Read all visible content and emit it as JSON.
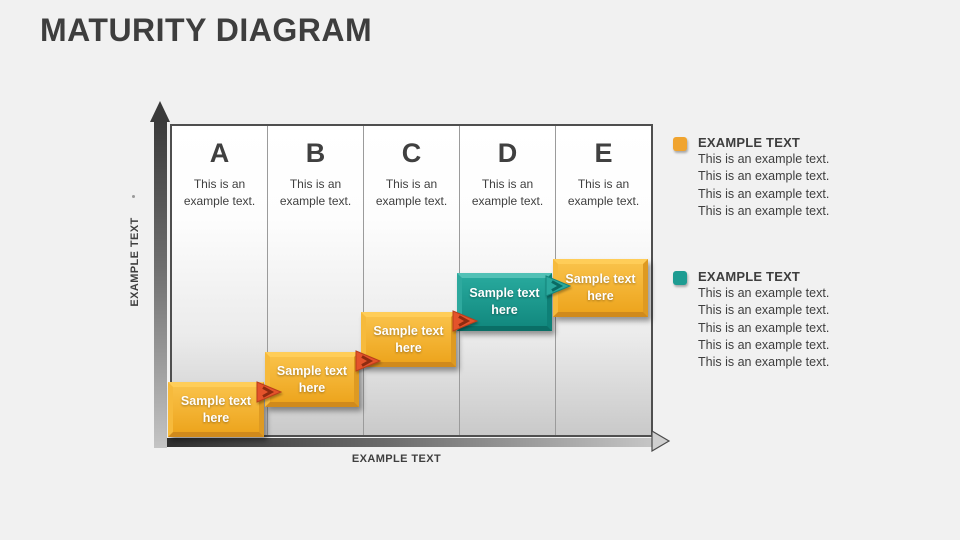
{
  "title": "MATURITY DIAGRAM",
  "chart": {
    "y_axis_label": "EXAMPLE TEXT",
    "x_axis_label": "EXAMPLE TEXT",
    "columns": [
      {
        "letter": "A",
        "description": "This is an example text."
      },
      {
        "letter": "B",
        "description": "This is an example text."
      },
      {
        "letter": "C",
        "description": "This is an example text."
      },
      {
        "letter": "D",
        "description": "This is an example text."
      },
      {
        "letter": "E",
        "description": "This is an example text."
      }
    ],
    "steps": [
      {
        "column": "A",
        "label": "Sample text here",
        "color": "#F2A71F"
      },
      {
        "column": "B",
        "label": "Sample text here",
        "color": "#F2A71F"
      },
      {
        "column": "C",
        "label": "Sample text here",
        "color": "#F2A71F"
      },
      {
        "column": "D",
        "label": "Sample text here",
        "color": "#1B9C91"
      },
      {
        "column": "E",
        "label": "Sample text here",
        "color": "#F2A71F"
      }
    ],
    "connector_colors": {
      "orange_red": "#E5532A",
      "teal": "#2AA89D"
    }
  },
  "legend": [
    {
      "swatch_color": "#F0A42F",
      "title": "EXAMPLE TEXT",
      "lines": [
        "This is an example text.",
        "This is an example text.",
        "This is an example text.",
        "This is an example text."
      ]
    },
    {
      "swatch_color": "#1E9C92",
      "title": "EXAMPLE TEXT",
      "lines": [
        "This is an example text.",
        "This is an example text.",
        "This is an example text.",
        "This is an example text.",
        "This is an example text."
      ]
    }
  ],
  "colors": {
    "background": "#F1F1F1",
    "title_text": "#3E3E3E",
    "axis_dark": "#3A3A3A",
    "step_orange": "#F2A71F",
    "step_teal": "#1B9C91"
  }
}
